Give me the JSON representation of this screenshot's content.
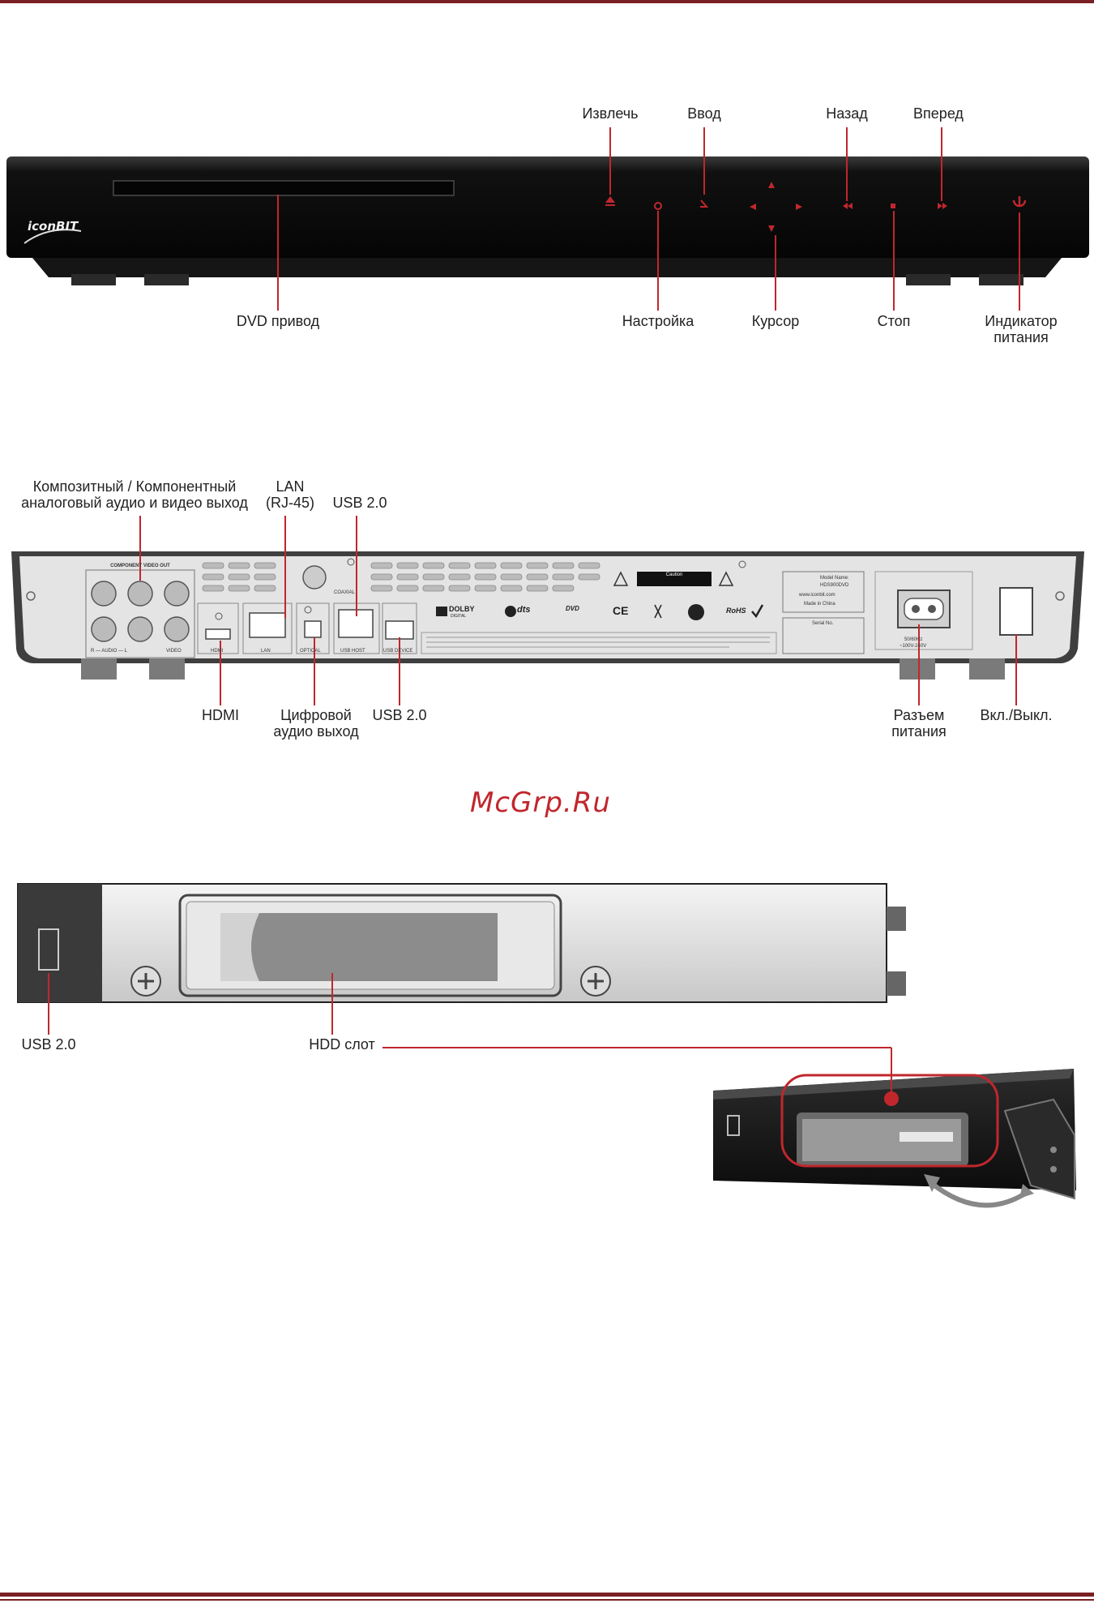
{
  "front_panel": {
    "brand": "iconBIT",
    "top_labels": {
      "eject": "Извлечь",
      "enter": "Ввод",
      "back": "Назад",
      "forward": "Вперед"
    },
    "bottom_labels": {
      "dvd_drive": "DVD привод",
      "setup": "Настройка",
      "cursor": "Курсор",
      "stop": "Стоп",
      "power_indicator": "Индикатор\nпитания"
    }
  },
  "rear_panel": {
    "labels": {
      "av_out": "Композитный / Компонентный\nаналоговый аудио и видео выход",
      "lan": "LAN\n(RJ-45)",
      "usb_host_top": "USB 2.0",
      "hdmi": "HDMI",
      "digital_audio": "Цифровой\nаудио выход",
      "usb_device": "USB 2.0",
      "power_socket": "Разъем\nпитания",
      "power_switch": "Вкл./Выкл."
    },
    "printed": {
      "component_out": "COMPONENT VIDEO OUT",
      "audio": "R — AUDIO — L",
      "video": "VIDEO",
      "hdmi": "HDMI",
      "lan": "LAN",
      "optical": "OPTICAL",
      "coaxial": "COAXIAL",
      "usb_host": "USB HOST",
      "usb_device": "USB DEVICE",
      "dolby": "DOLBY",
      "dolby_sub": "DIGITAL",
      "dts": "dts",
      "dvd": "DVD",
      "ce": "CE",
      "rohs": "RoHS",
      "caution": "Caution",
      "model_name": "Model Name:",
      "model": "HDS900DVD",
      "site": "www.iconbit.com",
      "made_in": "Made in China",
      "serial": "Serial No.",
      "power_rating": "50/60Hz",
      "voltage": "~100V-240V"
    }
  },
  "watermark": "McGrp.Ru",
  "side_view": {
    "labels": {
      "usb": "USB 2.0",
      "hdd_slot": "HDD слот"
    }
  },
  "colors": {
    "accent": "#c0272d",
    "frame": "#7a1f24",
    "device_black": "#1a1a1a",
    "panel_grey": "#d9d9d9"
  }
}
